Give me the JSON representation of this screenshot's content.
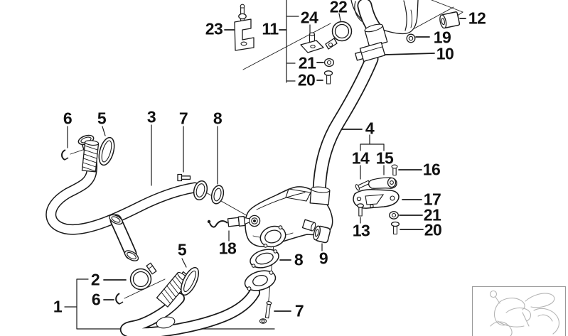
{
  "diagram": {
    "type": "exploded-parts-diagram",
    "subject": "motorcycle-exhaust-system",
    "callouts": [
      {
        "text": "22"
      },
      {
        "text": "23"
      },
      {
        "text": "11"
      },
      {
        "text": "24"
      },
      {
        "text": "12"
      },
      {
        "text": "19"
      },
      {
        "text": "10"
      },
      {
        "text": "21"
      },
      {
        "text": "20"
      },
      {
        "text": "6"
      },
      {
        "text": "5"
      },
      {
        "text": "3"
      },
      {
        "text": "7"
      },
      {
        "text": "8"
      },
      {
        "text": "4"
      },
      {
        "text": "14"
      },
      {
        "text": "15"
      },
      {
        "text": "16"
      },
      {
        "text": "17"
      },
      {
        "text": "21"
      },
      {
        "text": "20"
      },
      {
        "text": "13"
      },
      {
        "text": "18"
      },
      {
        "text": "8"
      },
      {
        "text": "9"
      },
      {
        "text": "5"
      },
      {
        "text": "2"
      },
      {
        "text": "6"
      },
      {
        "text": "1"
      },
      {
        "text": "7"
      }
    ]
  },
  "watermark": {
    "icon": "motorcycle-icon"
  },
  "colors": {
    "background": "#ffffff",
    "line": "#1a1a1a",
    "watermark_line": "#b5b5b5",
    "watermark_border": "#999999"
  }
}
